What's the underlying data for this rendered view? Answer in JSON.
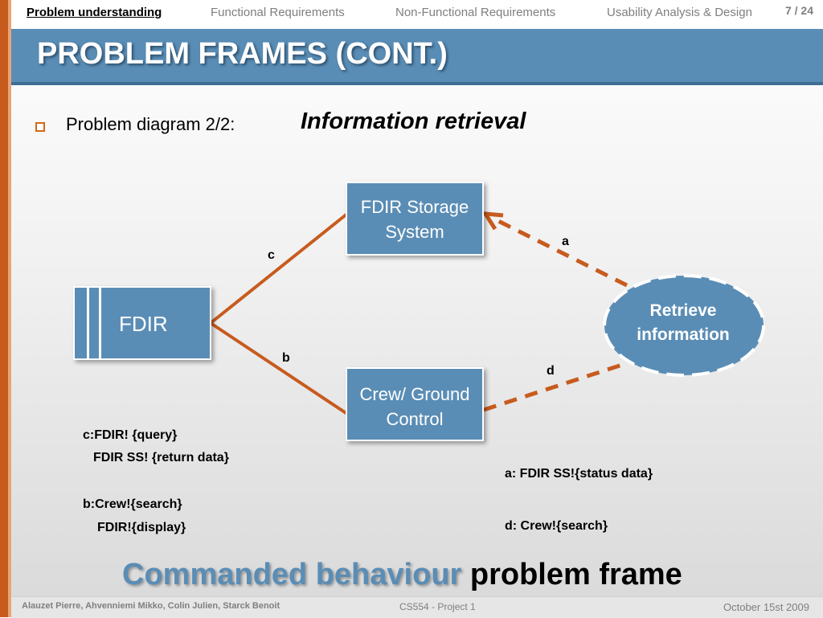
{
  "nav": {
    "items": [
      "Problem understanding",
      "Functional Requirements",
      "Non-Functional Requirements",
      "Usability Analysis & Design"
    ],
    "active_index": 0,
    "page": "7 / 24"
  },
  "title": "PROBLEM FRAMES (CONT.)",
  "bullet": "Problem diagram 2/2:",
  "subheading": "Information retrieval",
  "diagram": {
    "domains": {
      "storage": [
        "FDIR Storage",
        "System"
      ],
      "crew": [
        "Crew/ Ground",
        "Control"
      ],
      "fdir": "FDIR"
    },
    "requirement": [
      "Retrieve",
      "information"
    ],
    "edge_labels": {
      "a": "a",
      "b": "b",
      "c": "c",
      "d": "d"
    }
  },
  "phenomena": {
    "c_line1": "c:FDIR! {query}",
    "c_line2": "FDIR SS! {return data}",
    "b_line1": "b:Crew!{search}",
    "b_line2": "FDIR!{display}",
    "a_line": "a: FDIR SS!{status data}",
    "d_line": "d: Crew!{search}"
  },
  "frame": {
    "highlight": "Commanded behaviour",
    "rest": "problem frame"
  },
  "footer": {
    "authors": "Alauzet Pierre, Ahvenniemi Mikko, Colin Julien, Starck Benoit",
    "course": "CS554 - Project 1",
    "date": "October 15st 2009"
  },
  "colors": {
    "accent": "#c75b1e",
    "domain_fill": "#5a8db5",
    "frame_highlight": "#5a8db5"
  }
}
